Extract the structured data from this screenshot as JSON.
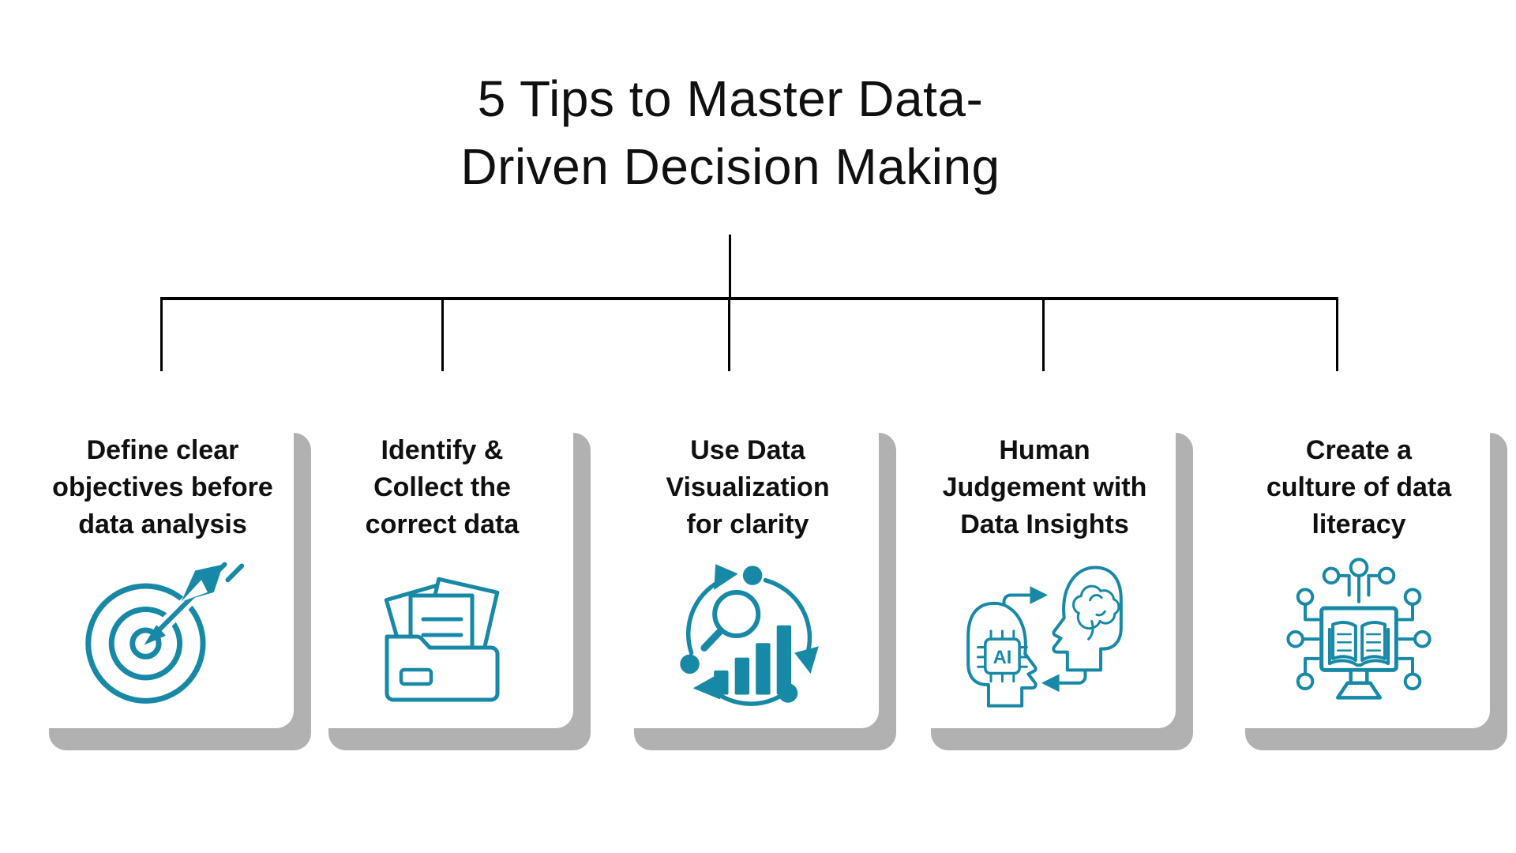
{
  "title": {
    "line1": "5 Tips to Master Data-",
    "line2": "Driven Decision Making"
  },
  "colors": {
    "accent_teal": "#1789A6",
    "shadow_gray": "#B1B1B1",
    "text_black": "#101010",
    "line_black": "#000000"
  },
  "cards": [
    {
      "title_lines": [
        "Define clear",
        "objectives before",
        "data analysis"
      ],
      "icon": "target-arrow-icon"
    },
    {
      "title_lines": [
        "Identify &",
        "Collect the",
        "correct data"
      ],
      "icon": "folder-documents-icon"
    },
    {
      "title_lines": [
        "Use Data",
        "Visualization",
        "for clarity"
      ],
      "icon": "data-visualization-cycle-icon"
    },
    {
      "title_lines": [
        "Human",
        "Judgement with",
        "Data Insights"
      ],
      "icon": "human-ai-exchange-icon",
      "icon_text": "AI"
    },
    {
      "title_lines": [
        "Create a",
        "culture of data",
        "literacy"
      ],
      "icon": "data-literacy-monitor-icon"
    }
  ]
}
